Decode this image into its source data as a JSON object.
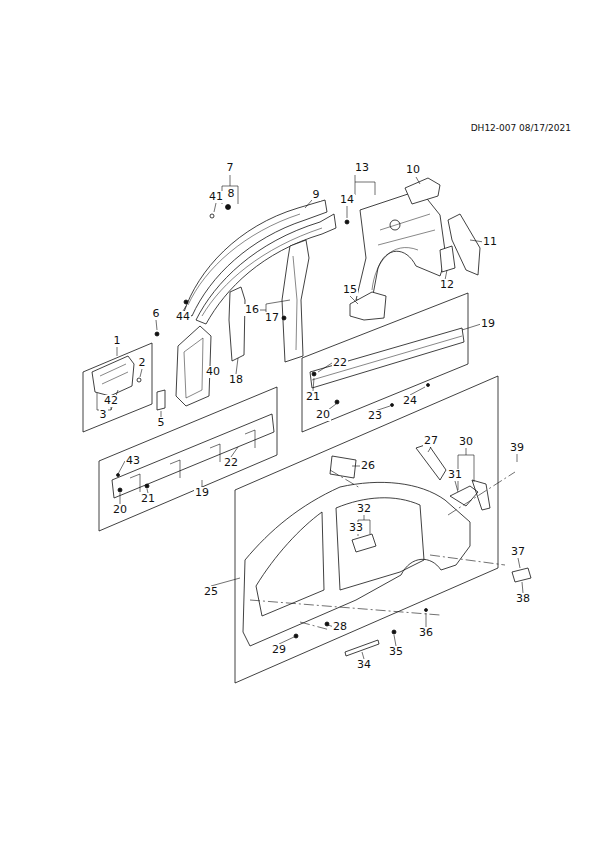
{
  "diagram": {
    "labels": [
      "DH12-007  08/17/2021",
      "7",
      "41",
      "8",
      "9",
      "13",
      "10",
      "14",
      "11",
      "12",
      "15",
      "19",
      "6",
      "44",
      "16",
      "17",
      "1",
      "2",
      "40",
      "18",
      "22",
      "21",
      "24",
      "20",
      "23",
      "42",
      "3",
      "5",
      "27",
      "30",
      "39",
      "43",
      "22",
      "26",
      "31",
      "21",
      "20",
      "19",
      "32",
      "33",
      "25",
      "37",
      "38",
      "28",
      "36",
      "29",
      "35",
      "34"
    ]
  }
}
